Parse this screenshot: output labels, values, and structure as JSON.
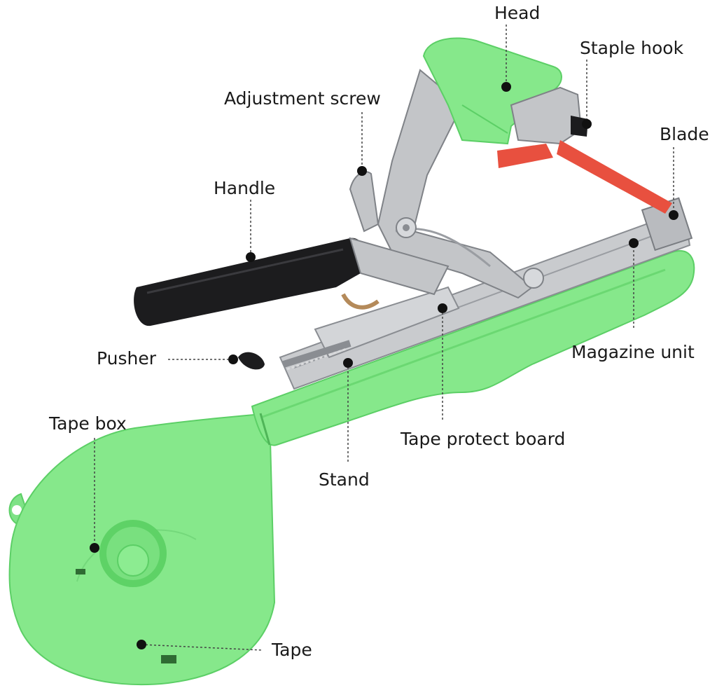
{
  "colors": {
    "body_green": "#86e88b",
    "body_green_dark": "#5ccf66",
    "metal": "#c3c5c8",
    "metal_dark": "#8a8d92",
    "handle_black": "#1c1c1e",
    "tape_red": "#e8503f",
    "leader": "#444444",
    "dot": "#111111"
  },
  "labels": {
    "head": "Head",
    "staple_hook": "Staple hook",
    "adjustment_screw": "Adjustment screw",
    "blade": "Blade",
    "handle": "Handle",
    "pusher": "Pusher",
    "magazine_unit": "Magazine unit",
    "tape_box": "Tape box",
    "tape_protect_board": "Tape protect board",
    "stand": "Stand",
    "tape": "Tape"
  }
}
